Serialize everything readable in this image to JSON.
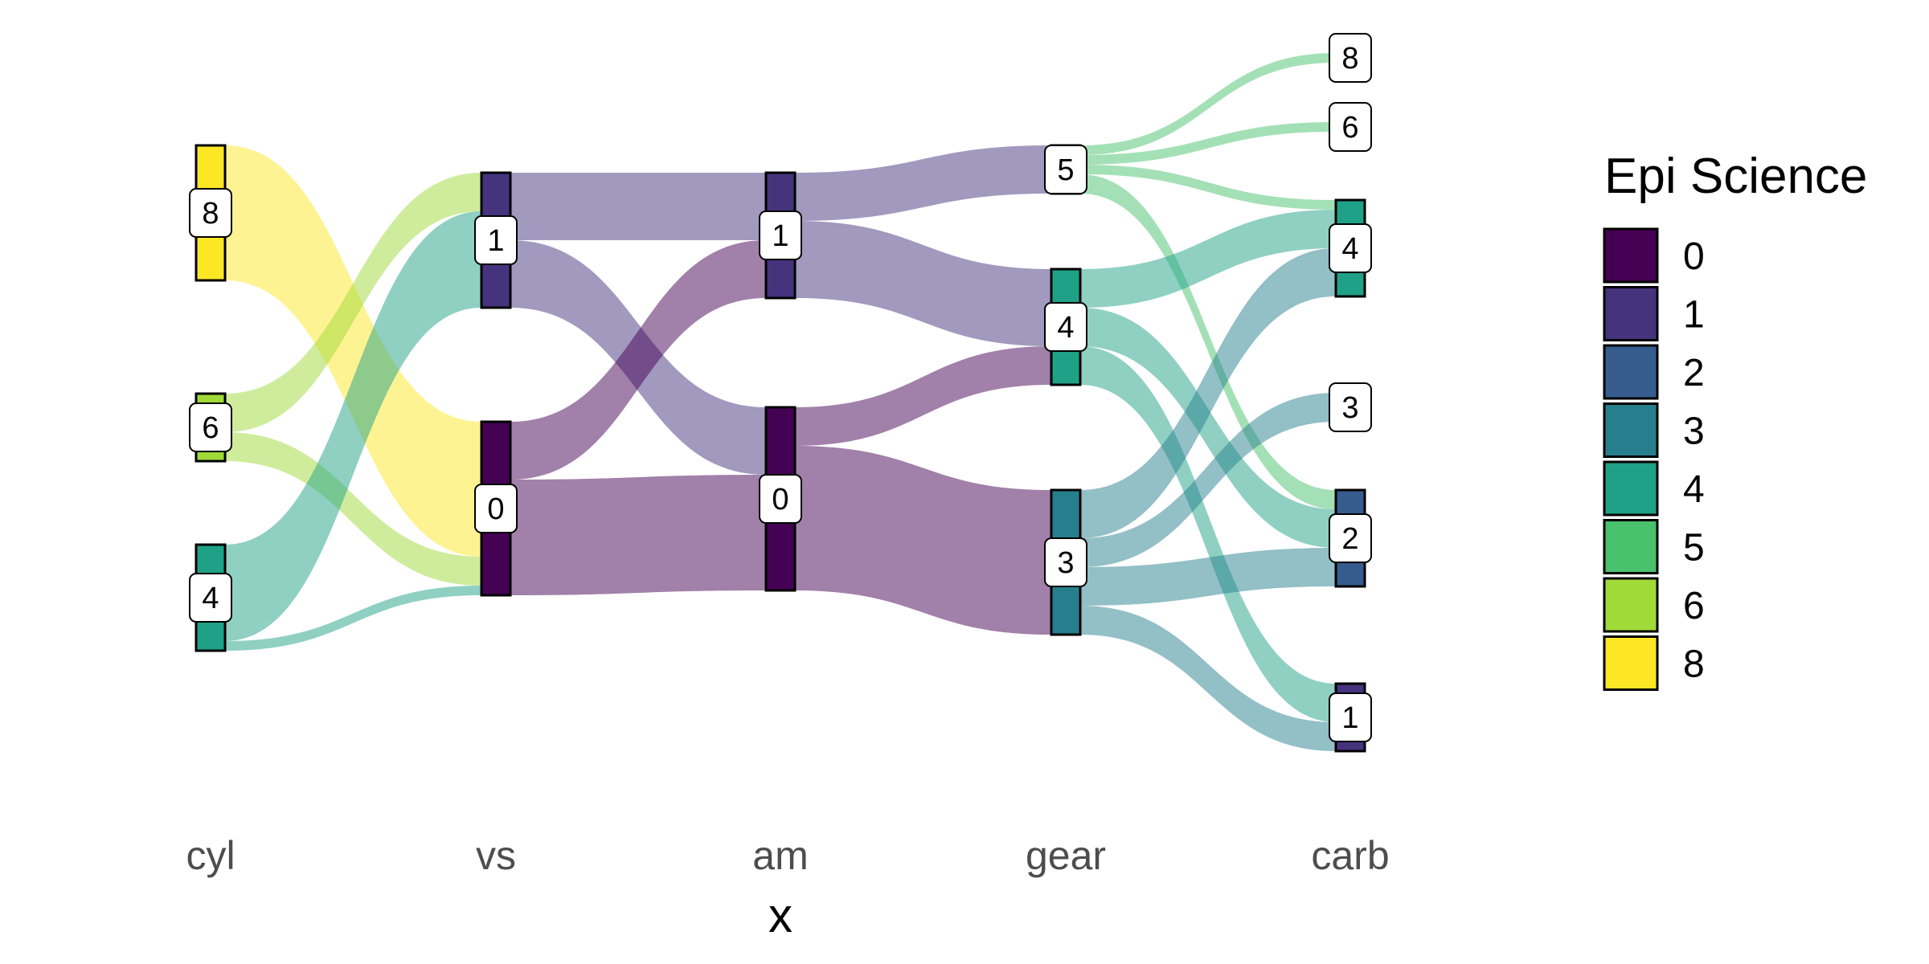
{
  "chart_data": {
    "type": "sankey",
    "xlabel": "x",
    "ylabel": "",
    "axes": [
      "cyl",
      "vs",
      "am",
      "gear",
      "carb"
    ],
    "legend": {
      "title": "Epi Science",
      "entries": [
        {
          "label": "0",
          "color": "#440154"
        },
        {
          "label": "1",
          "color": "#46337E"
        },
        {
          "label": "2",
          "color": "#365C8D"
        },
        {
          "label": "3",
          "color": "#277F8E"
        },
        {
          "label": "4",
          "color": "#1FA187"
        },
        {
          "label": "5",
          "color": "#4AC16D"
        },
        {
          "label": "6",
          "color": "#A0DA39"
        },
        {
          "label": "8",
          "color": "#FDE725"
        }
      ]
    },
    "nodes": [
      {
        "axis": "cyl",
        "label": "8",
        "value": 14
      },
      {
        "axis": "cyl",
        "label": "6",
        "value": 7
      },
      {
        "axis": "cyl",
        "label": "4",
        "value": 11
      },
      {
        "axis": "vs",
        "label": "1",
        "value": 14
      },
      {
        "axis": "vs",
        "label": "0",
        "value": 18
      },
      {
        "axis": "am",
        "label": "1",
        "value": 13
      },
      {
        "axis": "am",
        "label": "0",
        "value": 19
      },
      {
        "axis": "gear",
        "label": "5",
        "value": 5
      },
      {
        "axis": "gear",
        "label": "4",
        "value": 12
      },
      {
        "axis": "gear",
        "label": "3",
        "value": 15
      },
      {
        "axis": "carb",
        "label": "8",
        "value": 1
      },
      {
        "axis": "carb",
        "label": "6",
        "value": 1
      },
      {
        "axis": "carb",
        "label": "4",
        "value": 10
      },
      {
        "axis": "carb",
        "label": "3",
        "value": 3
      },
      {
        "axis": "carb",
        "label": "2",
        "value": 10
      },
      {
        "axis": "carb",
        "label": "1",
        "value": 7
      }
    ],
    "flows": [
      {
        "from": [
          "cyl",
          "8"
        ],
        "to": [
          "vs",
          "0"
        ],
        "value": 14,
        "color": "#FDE725"
      },
      {
        "from": [
          "cyl",
          "6"
        ],
        "to": [
          "vs",
          "1"
        ],
        "value": 4,
        "color": "#A0DA39"
      },
      {
        "from": [
          "cyl",
          "6"
        ],
        "to": [
          "vs",
          "0"
        ],
        "value": 3,
        "color": "#A0DA39"
      },
      {
        "from": [
          "cyl",
          "4"
        ],
        "to": [
          "vs",
          "1"
        ],
        "value": 10,
        "color": "#1FA187"
      },
      {
        "from": [
          "cyl",
          "4"
        ],
        "to": [
          "vs",
          "0"
        ],
        "value": 1,
        "color": "#1FA187"
      },
      {
        "from": [
          "vs",
          "1"
        ],
        "to": [
          "am",
          "1"
        ],
        "value": 7,
        "color": "#46337E"
      },
      {
        "from": [
          "vs",
          "1"
        ],
        "to": [
          "am",
          "0"
        ],
        "value": 7,
        "color": "#46337E"
      },
      {
        "from": [
          "vs",
          "0"
        ],
        "to": [
          "am",
          "1"
        ],
        "value": 6,
        "color": "#440154"
      },
      {
        "from": [
          "vs",
          "0"
        ],
        "to": [
          "am",
          "0"
        ],
        "value": 12,
        "color": "#440154"
      },
      {
        "from": [
          "am",
          "1"
        ],
        "to": [
          "gear",
          "5"
        ],
        "value": 5,
        "color": "#46337E"
      },
      {
        "from": [
          "am",
          "1"
        ],
        "to": [
          "gear",
          "4"
        ],
        "value": 8,
        "color": "#46337E"
      },
      {
        "from": [
          "am",
          "0"
        ],
        "to": [
          "gear",
          "4"
        ],
        "value": 4,
        "color": "#440154"
      },
      {
        "from": [
          "am",
          "0"
        ],
        "to": [
          "gear",
          "3"
        ],
        "value": 15,
        "color": "#440154"
      },
      {
        "from": [
          "gear",
          "5"
        ],
        "to": [
          "carb",
          "8"
        ],
        "value": 1,
        "color": "#4AC16D"
      },
      {
        "from": [
          "gear",
          "5"
        ],
        "to": [
          "carb",
          "6"
        ],
        "value": 1,
        "color": "#4AC16D"
      },
      {
        "from": [
          "gear",
          "5"
        ],
        "to": [
          "carb",
          "4"
        ],
        "value": 1,
        "color": "#4AC16D"
      },
      {
        "from": [
          "gear",
          "5"
        ],
        "to": [
          "carb",
          "2"
        ],
        "value": 2,
        "color": "#4AC16D"
      },
      {
        "from": [
          "gear",
          "4"
        ],
        "to": [
          "carb",
          "4"
        ],
        "value": 4,
        "color": "#1FA187"
      },
      {
        "from": [
          "gear",
          "4"
        ],
        "to": [
          "carb",
          "2"
        ],
        "value": 4,
        "color": "#1FA187"
      },
      {
        "from": [
          "gear",
          "4"
        ],
        "to": [
          "carb",
          "1"
        ],
        "value": 4,
        "color": "#1FA187"
      },
      {
        "from": [
          "gear",
          "3"
        ],
        "to": [
          "carb",
          "4"
        ],
        "value": 5,
        "color": "#277F8E"
      },
      {
        "from": [
          "gear",
          "3"
        ],
        "to": [
          "carb",
          "3"
        ],
        "value": 3,
        "color": "#277F8E"
      },
      {
        "from": [
          "gear",
          "3"
        ],
        "to": [
          "carb",
          "2"
        ],
        "value": 4,
        "color": "#277F8E"
      },
      {
        "from": [
          "gear",
          "3"
        ],
        "to": [
          "carb",
          "1"
        ],
        "value": 3,
        "color": "#277F8E"
      }
    ]
  }
}
